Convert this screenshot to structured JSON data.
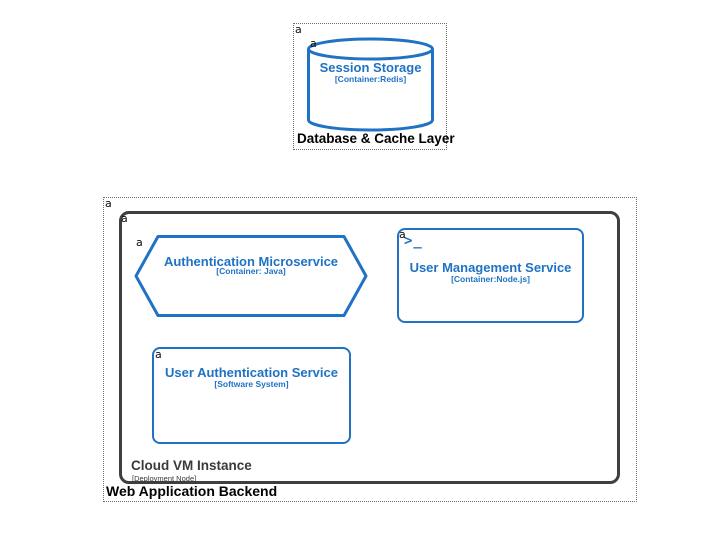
{
  "colors": {
    "node_blue": "#1f72c4",
    "vm_border_dark": "#3f3f3f",
    "label_black": "#000000",
    "boundary_dot_gray": "#6e6e6e"
  },
  "marker_glyph": "a",
  "groups": {
    "database_layer": {
      "label": "Database & Cache Layer",
      "nodes": {
        "session_storage": {
          "shape": "cylinder",
          "title": "Session Storage",
          "subtitle": "[Container:Redis]"
        }
      }
    },
    "web_backend": {
      "label": "Web Application Backend",
      "vm_node": {
        "title": "Cloud VM Instance",
        "subtitle": "[Deployment Node]",
        "nodes": {
          "auth_microservice": {
            "shape": "hexagon",
            "title": "Authentication Microservice",
            "subtitle": "[Container: Java]"
          },
          "user_management": {
            "shape": "rounded-rect",
            "icon": "terminal-icon",
            "icon_glyph": ">_",
            "title": "User Management Service",
            "subtitle": "[Container:Node.js]"
          },
          "user_auth": {
            "shape": "rounded-rect",
            "title": "User Authentication Service",
            "subtitle": "[Software System]"
          }
        }
      }
    }
  }
}
